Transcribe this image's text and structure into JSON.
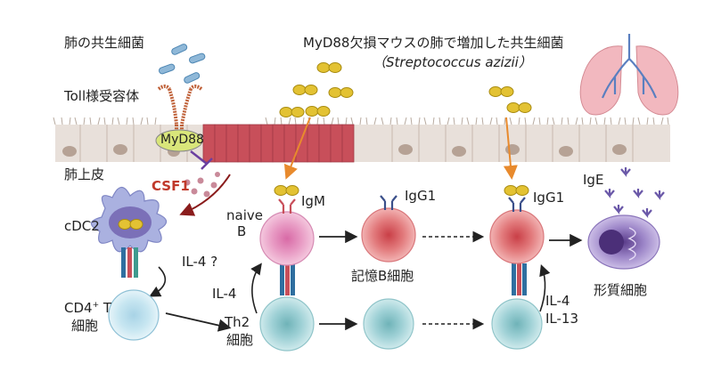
{
  "labels": {
    "lung_commensal": "肺の共生細菌",
    "tlr": "Toll様受容体",
    "lung_epithelium": "肺上皮",
    "myd88": "MyD88",
    "csf1": "CSF1",
    "cdc2": "cDC2",
    "il4_q": "IL-4 ?",
    "cd4_t_main": "CD4",
    "cd4_t_sup": "+",
    "cd4_t_end": " T",
    "cd4_t_line2": "細胞",
    "il4_left": "IL-4",
    "th2_line1": "Th2",
    "th2_line2": "細胞",
    "naive_b_line1": "naive",
    "naive_b_line2": "B",
    "igm": "IgM",
    "igg1_a": "IgG1",
    "igg1_b": "IgG1",
    "memory_b": "記憶B細胞",
    "ige": "IgE",
    "plasma_cell": "形質細胞",
    "il4_right": "IL-4",
    "il13_right": "IL-13",
    "title_line1": "MyD88欠損マウスの肺で増加した共生細菌",
    "title_line2": "（Streptococcus azizii）"
  },
  "colors": {
    "bacteria_blue": "#8fb8d8",
    "bacteria_yellow": "#e3c233",
    "tlr": "#c0623a",
    "epithelium_bg": "#e8e0da",
    "epithelium_red": "#c84f5a",
    "myd88_fill": "#d9e67a",
    "csf1_arrow": "#8a1c1c",
    "inhibit": "#6b3fa0",
    "cdc2": "#9aa3d8",
    "naive_b": "#e89bc4",
    "memory_b": "#e27a7c",
    "t_cell": "#bfe1ee",
    "th2_cell": "#9fd1d6",
    "plasma": "#9b84c7",
    "orange_arrow": "#e88a2d"
  },
  "icons": [
    "bacteria-icon",
    "lung-icon",
    "antibody-icon"
  ]
}
